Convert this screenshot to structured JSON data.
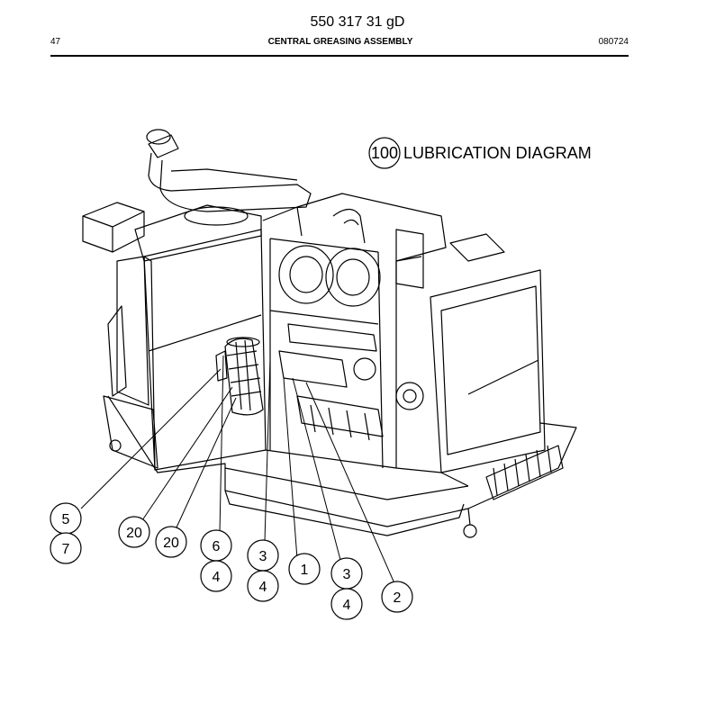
{
  "header": {
    "doc_number": "550 317 31 gD",
    "page_number": "47",
    "section_title": "CENTRAL GREASING ASSEMBLY",
    "date_code": "080724"
  },
  "diagram": {
    "ref_number": "100",
    "title": "LUBRICATION DIAGRAM",
    "callouts": {
      "c5": "5",
      "c7": "7",
      "c20a": "20",
      "c20b": "20",
      "c6": "6",
      "c4a": "4",
      "c3a": "3",
      "c4b": "4",
      "c1": "1",
      "c3b": "3",
      "c4c": "4",
      "c2": "2"
    }
  }
}
